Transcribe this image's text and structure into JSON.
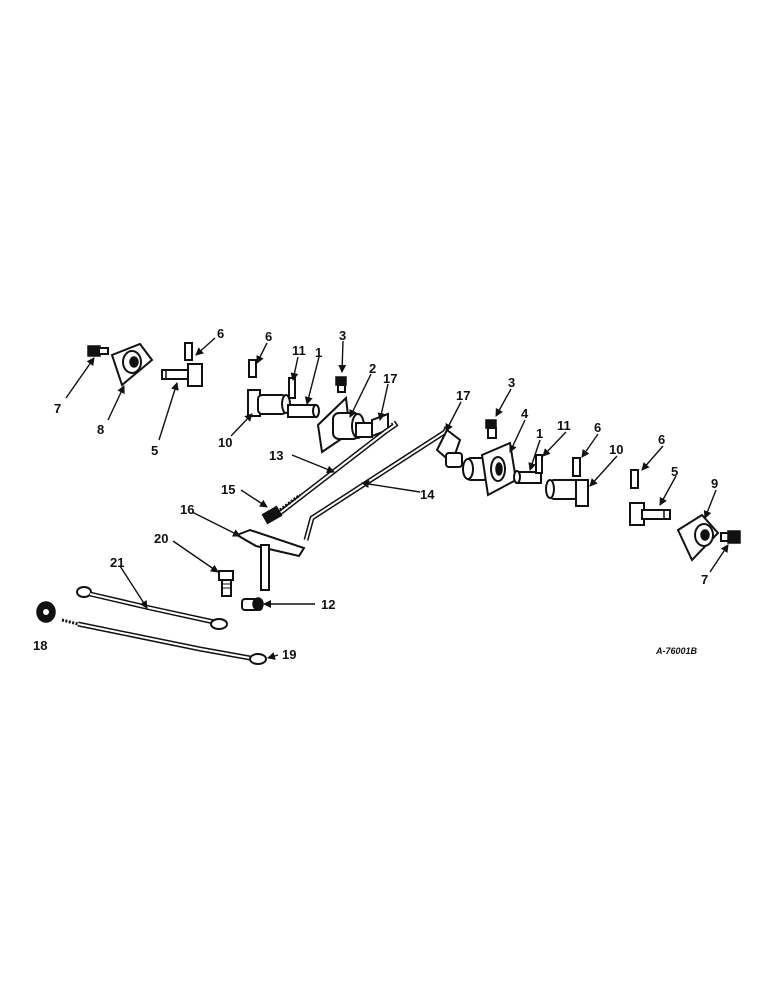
{
  "diagram": {
    "reference_code": "A-76001B",
    "callouts": [
      "1",
      "1",
      "2",
      "3",
      "3",
      "4",
      "5",
      "5",
      "6",
      "6",
      "6",
      "6",
      "7",
      "7",
      "8",
      "9",
      "10",
      "10",
      "11",
      "11",
      "12",
      "13",
      "14",
      "15",
      "16",
      "17",
      "17",
      "18",
      "19",
      "20",
      "21"
    ]
  }
}
